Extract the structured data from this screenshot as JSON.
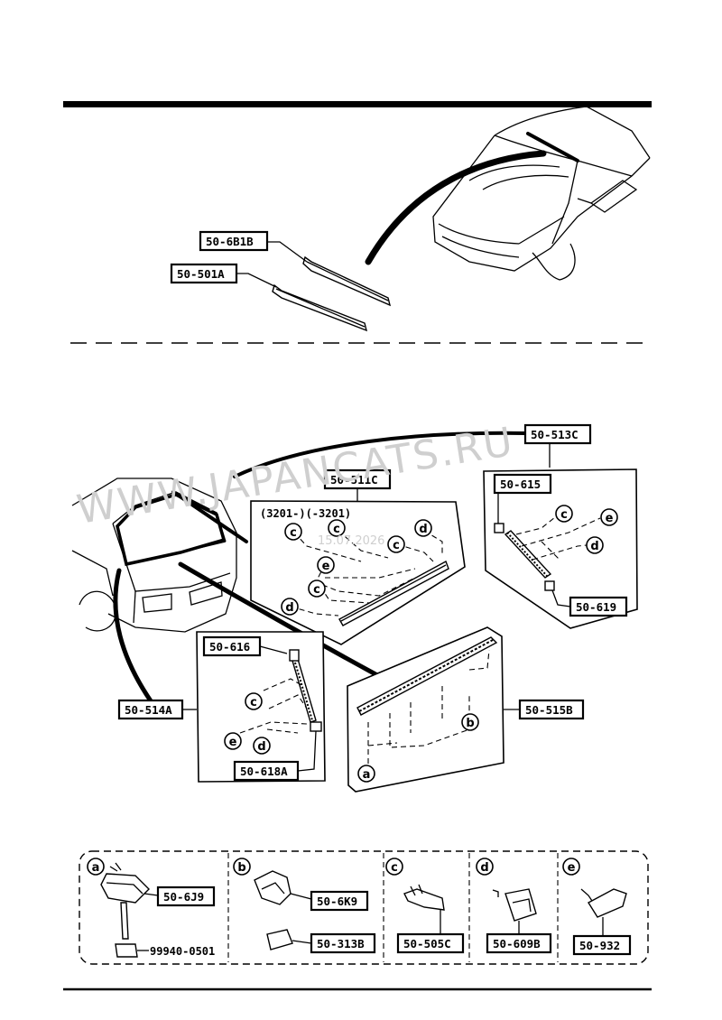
{
  "parts": {
    "p_6b1b": "50-6B1B",
    "p_501a": "50-501A",
    "p_513c": "50-513C",
    "p_511c": "50-511C",
    "p_615": "50-615",
    "p_619": "50-619",
    "p_616": "50-616",
    "p_618a": "50-618A",
    "p_514a": "50-514A",
    "p_515b": "50-515B",
    "p_6j9": "50-6J9",
    "p_99940": "99940-0501",
    "p_6k9": "50-6K9",
    "p_313b": "50-313B",
    "p_505c": "50-505C",
    "p_609b": "50-609B",
    "p_932": "50-932"
  },
  "serial_range": "(3201-)(-3201)",
  "callouts": {
    "a": "a",
    "b": "b",
    "c": "c",
    "d": "d",
    "e": "e"
  },
  "watermark": {
    "site": "WWW.JAPANCATS.RU",
    "date": "15.07.2026"
  }
}
